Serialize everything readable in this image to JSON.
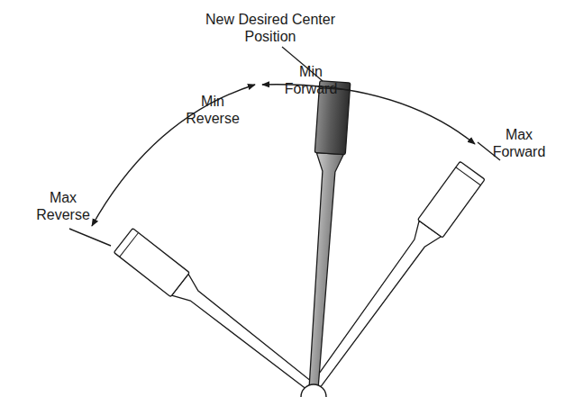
{
  "diagram": {
    "labels": [
      "New Desired Center Position",
      "Min Reverse",
      "Min Forward",
      "Max Reverse",
      "Max Forward"
    ]
  }
}
